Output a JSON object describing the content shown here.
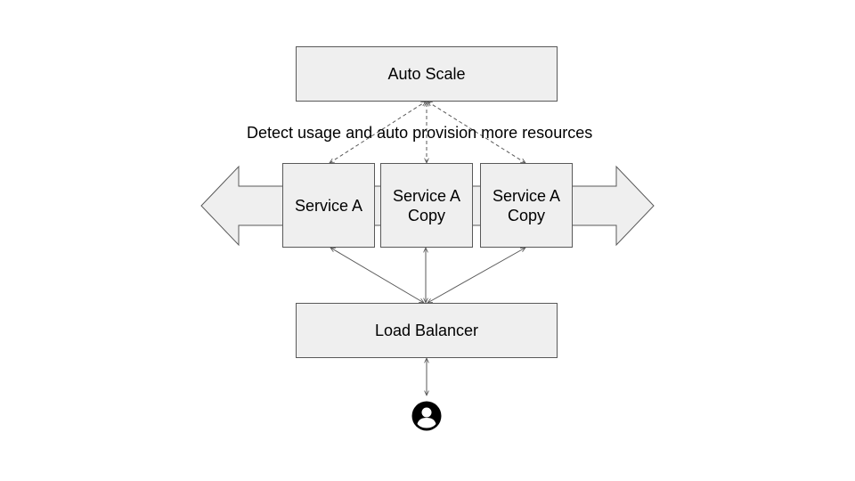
{
  "diagram": {
    "auto_scale_label": "Auto Scale",
    "detect_caption": "Detect usage and auto provision more resources",
    "service_a_label": "Service A",
    "service_a_copy_1_label": "Service A\nCopy",
    "service_a_copy_2_label": "Service A\nCopy",
    "load_balancer_label": "Load Balancer",
    "user_icon": "user-avatar-icon"
  },
  "colors": {
    "box_fill": "#efefef",
    "box_border": "#595959",
    "connector": "#595959",
    "text": "#000000"
  }
}
